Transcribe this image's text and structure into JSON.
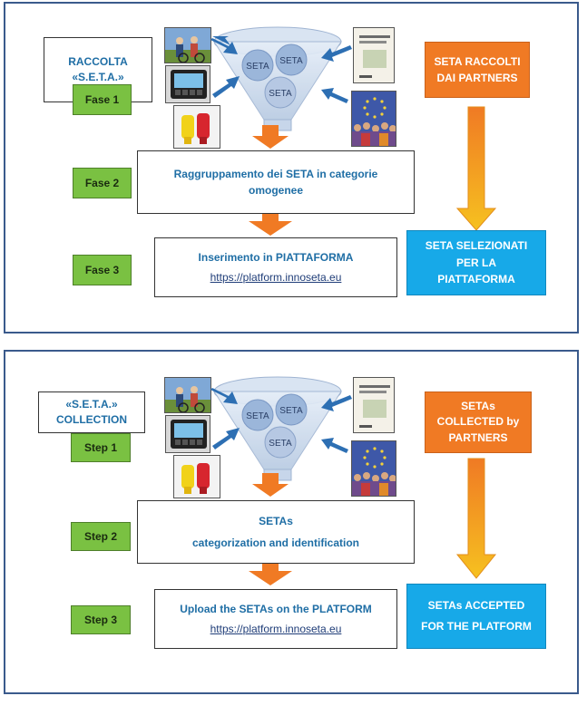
{
  "it": {
    "collection": "RACCOLTA «S.E.T.A.»",
    "step1": "Fase 1",
    "step2": "Fase 2",
    "step3": "Fase 3",
    "funnel_labels": [
      "SETA",
      "SETA",
      "SETA"
    ],
    "box2_line1": "Raggruppamento dei SETA in categorie",
    "box2_line2": "omogenee",
    "box3_title": "Inserimento in PIATTAFORMA",
    "box3_url": "https://platform.innoseta.eu",
    "orange": "SETA RACCOLTI DAI PARTNERS",
    "blue_line1": "SETA SELEZIONATI",
    "blue_line2": "PER LA",
    "blue_line3": "PIATTAFORMA"
  },
  "en": {
    "collection_line1": "«S.E.T.A.»",
    "collection_line2": "COLLECTION",
    "step1": "Step 1",
    "step2": "Step 2",
    "step3": "Step 3",
    "funnel_labels": [
      "SETA",
      "SETA",
      "SETA"
    ],
    "box2_line1": "SETAs",
    "box2_line2": "categorization and identification",
    "box3_title": "Upload the SETAs on the PLATFORM",
    "box3_url": "https://platform.innoseta.eu",
    "orange_line1": "SETAs",
    "orange_line2": "COLLECTED by",
    "orange_line3": "PARTNERS",
    "blue_line1": "SETAs ACCEPTED",
    "blue_line2": "FOR THE PLATFORM"
  },
  "colors": {
    "step_green": "#7ac142",
    "orange": "#f07a24",
    "blue": "#17a9e8",
    "arrow_blue": "#2d6fb3",
    "arrow_orange": "#f07a24",
    "label_blue": "#1f6ea5"
  },
  "icons": [
    "farmers-photo",
    "gps-device-photo",
    "nozzle-photo",
    "booklet-photo",
    "eu-crowd-photo",
    "funnel-icon"
  ]
}
